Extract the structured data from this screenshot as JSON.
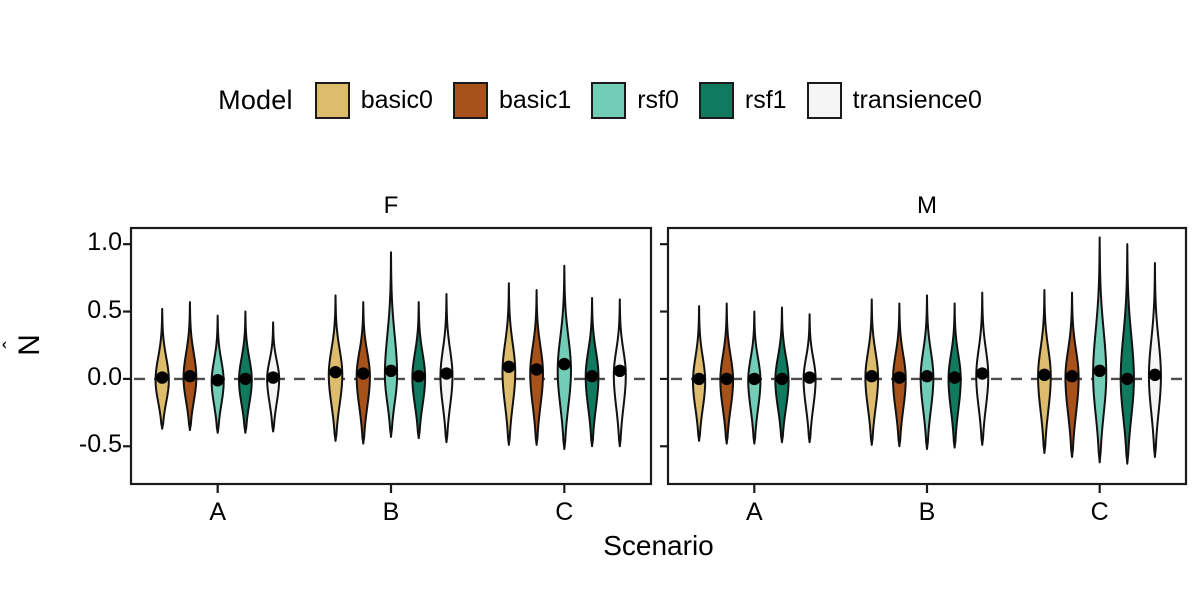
{
  "legend": {
    "title": "Model",
    "items": [
      {
        "label": "basic0",
        "color": "#ddbc6d"
      },
      {
        "label": "basic1",
        "color": "#a8521b"
      },
      {
        "label": "rsf0",
        "color": "#72cdb6"
      },
      {
        "label": "rsf1",
        "color": "#0f7a5e"
      },
      {
        "label": "transience0",
        "color": "#f5f5f5"
      }
    ]
  },
  "chart_data": {
    "type": "violin",
    "title": "",
    "xlabel": "Scenario",
    "ylabel": "N̂",
    "ylim": [
      -0.78,
      1.12
    ],
    "yticks": [
      1.0,
      0.5,
      0.0,
      -0.5
    ],
    "ytick_labels": [
      "1.0",
      "0.5",
      "0.0",
      "-0.5"
    ],
    "categories": [
      "A",
      "B",
      "C"
    ],
    "grid": false,
    "legend_position": "top",
    "reference_line": {
      "y": 0.0,
      "style": "dashed",
      "color": "#4d4d4d"
    },
    "panels": [
      {
        "label": "F",
        "groups": [
          {
            "category": "A",
            "violins": [
              {
                "model": "basic0",
                "color": "#ddbc6d",
                "point": 0.01,
                "min": -0.37,
                "max": 0.52,
                "mode": -0.01,
                "width": 0.52
              },
              {
                "model": "basic1",
                "color": "#a8521b",
                "point": 0.02,
                "min": -0.38,
                "max": 0.57,
                "mode": 0.01,
                "width": 0.5
              },
              {
                "model": "rsf0",
                "color": "#72cdb6",
                "point": -0.01,
                "min": -0.4,
                "max": 0.47,
                "mode": -0.02,
                "width": 0.46
              },
              {
                "model": "rsf1",
                "color": "#0f7a5e",
                "point": 0.0,
                "min": -0.4,
                "max": 0.5,
                "mode": -0.01,
                "width": 0.5
              },
              {
                "model": "transience0",
                "color": "#f5f5f5",
                "point": 0.01,
                "min": -0.39,
                "max": 0.42,
                "mode": 0.0,
                "width": 0.44
              }
            ]
          },
          {
            "category": "B",
            "violins": [
              {
                "model": "basic0",
                "color": "#ddbc6d",
                "point": 0.05,
                "min": -0.46,
                "max": 0.62,
                "mode": 0.03,
                "width": 0.53
              },
              {
                "model": "basic1",
                "color": "#a8521b",
                "point": 0.04,
                "min": -0.48,
                "max": 0.57,
                "mode": 0.02,
                "width": 0.52
              },
              {
                "model": "rsf0",
                "color": "#72cdb6",
                "point": 0.06,
                "min": -0.43,
                "max": 0.94,
                "mode": 0.03,
                "width": 0.48
              },
              {
                "model": "rsf1",
                "color": "#0f7a5e",
                "point": 0.02,
                "min": -0.44,
                "max": 0.57,
                "mode": 0.01,
                "width": 0.5
              },
              {
                "model": "transience0",
                "color": "#f5f5f5",
                "point": 0.04,
                "min": -0.47,
                "max": 0.63,
                "mode": 0.02,
                "width": 0.44
              }
            ]
          },
          {
            "category": "C",
            "violins": [
              {
                "model": "basic0",
                "color": "#ddbc6d",
                "point": 0.09,
                "min": -0.49,
                "max": 0.71,
                "mode": 0.05,
                "width": 0.5
              },
              {
                "model": "basic1",
                "color": "#a8521b",
                "point": 0.07,
                "min": -0.49,
                "max": 0.66,
                "mode": 0.04,
                "width": 0.5
              },
              {
                "model": "rsf0",
                "color": "#72cdb6",
                "point": 0.11,
                "min": -0.52,
                "max": 0.84,
                "mode": 0.06,
                "width": 0.52
              },
              {
                "model": "rsf1",
                "color": "#0f7a5e",
                "point": 0.02,
                "min": -0.5,
                "max": 0.6,
                "mode": 0.02,
                "width": 0.5
              },
              {
                "model": "transience0",
                "color": "#f5f5f5",
                "point": 0.06,
                "min": -0.5,
                "max": 0.59,
                "mode": 0.03,
                "width": 0.44
              }
            ]
          }
        ]
      },
      {
        "label": "M",
        "groups": [
          {
            "category": "A",
            "violins": [
              {
                "model": "basic0",
                "color": "#ddbc6d",
                "point": 0.0,
                "min": -0.46,
                "max": 0.54,
                "mode": -0.02,
                "width": 0.48
              },
              {
                "model": "basic1",
                "color": "#a8521b",
                "point": 0.0,
                "min": -0.48,
                "max": 0.56,
                "mode": -0.01,
                "width": 0.5
              },
              {
                "model": "rsf0",
                "color": "#72cdb6",
                "point": 0.0,
                "min": -0.48,
                "max": 0.5,
                "mode": -0.01,
                "width": 0.48
              },
              {
                "model": "rsf1",
                "color": "#0f7a5e",
                "point": 0.0,
                "min": -0.47,
                "max": 0.53,
                "mode": -0.01,
                "width": 0.52
              },
              {
                "model": "transience0",
                "color": "#f5f5f5",
                "point": 0.01,
                "min": -0.47,
                "max": 0.48,
                "mode": 0.0,
                "width": 0.46
              }
            ]
          },
          {
            "category": "B",
            "violins": [
              {
                "model": "basic0",
                "color": "#ddbc6d",
                "point": 0.02,
                "min": -0.49,
                "max": 0.59,
                "mode": 0.01,
                "width": 0.5
              },
              {
                "model": "basic1",
                "color": "#a8521b",
                "point": 0.01,
                "min": -0.5,
                "max": 0.56,
                "mode": 0.0,
                "width": 0.5
              },
              {
                "model": "rsf0",
                "color": "#72cdb6",
                "point": 0.02,
                "min": -0.52,
                "max": 0.62,
                "mode": 0.01,
                "width": 0.5
              },
              {
                "model": "rsf1",
                "color": "#0f7a5e",
                "point": 0.01,
                "min": -0.51,
                "max": 0.56,
                "mode": 0.0,
                "width": 0.48
              },
              {
                "model": "transience0",
                "color": "#f5f5f5",
                "point": 0.04,
                "min": -0.49,
                "max": 0.64,
                "mode": 0.02,
                "width": 0.46
              }
            ]
          },
          {
            "category": "C",
            "violins": [
              {
                "model": "basic0",
                "color": "#ddbc6d",
                "point": 0.03,
                "min": -0.55,
                "max": 0.66,
                "mode": 0.02,
                "width": 0.5
              },
              {
                "model": "basic1",
                "color": "#a8521b",
                "point": 0.02,
                "min": -0.58,
                "max": 0.64,
                "mode": 0.01,
                "width": 0.52
              },
              {
                "model": "rsf0",
                "color": "#72cdb6",
                "point": 0.06,
                "min": -0.62,
                "max": 1.05,
                "mode": 0.03,
                "width": 0.52
              },
              {
                "model": "rsf1",
                "color": "#0f7a5e",
                "point": 0.0,
                "min": -0.63,
                "max": 1.0,
                "mode": 0.0,
                "width": 0.52
              },
              {
                "model": "transience0",
                "color": "#f5f5f5",
                "point": 0.03,
                "min": -0.58,
                "max": 0.86,
                "mode": 0.02,
                "width": 0.46
              }
            ]
          }
        ]
      }
    ]
  }
}
